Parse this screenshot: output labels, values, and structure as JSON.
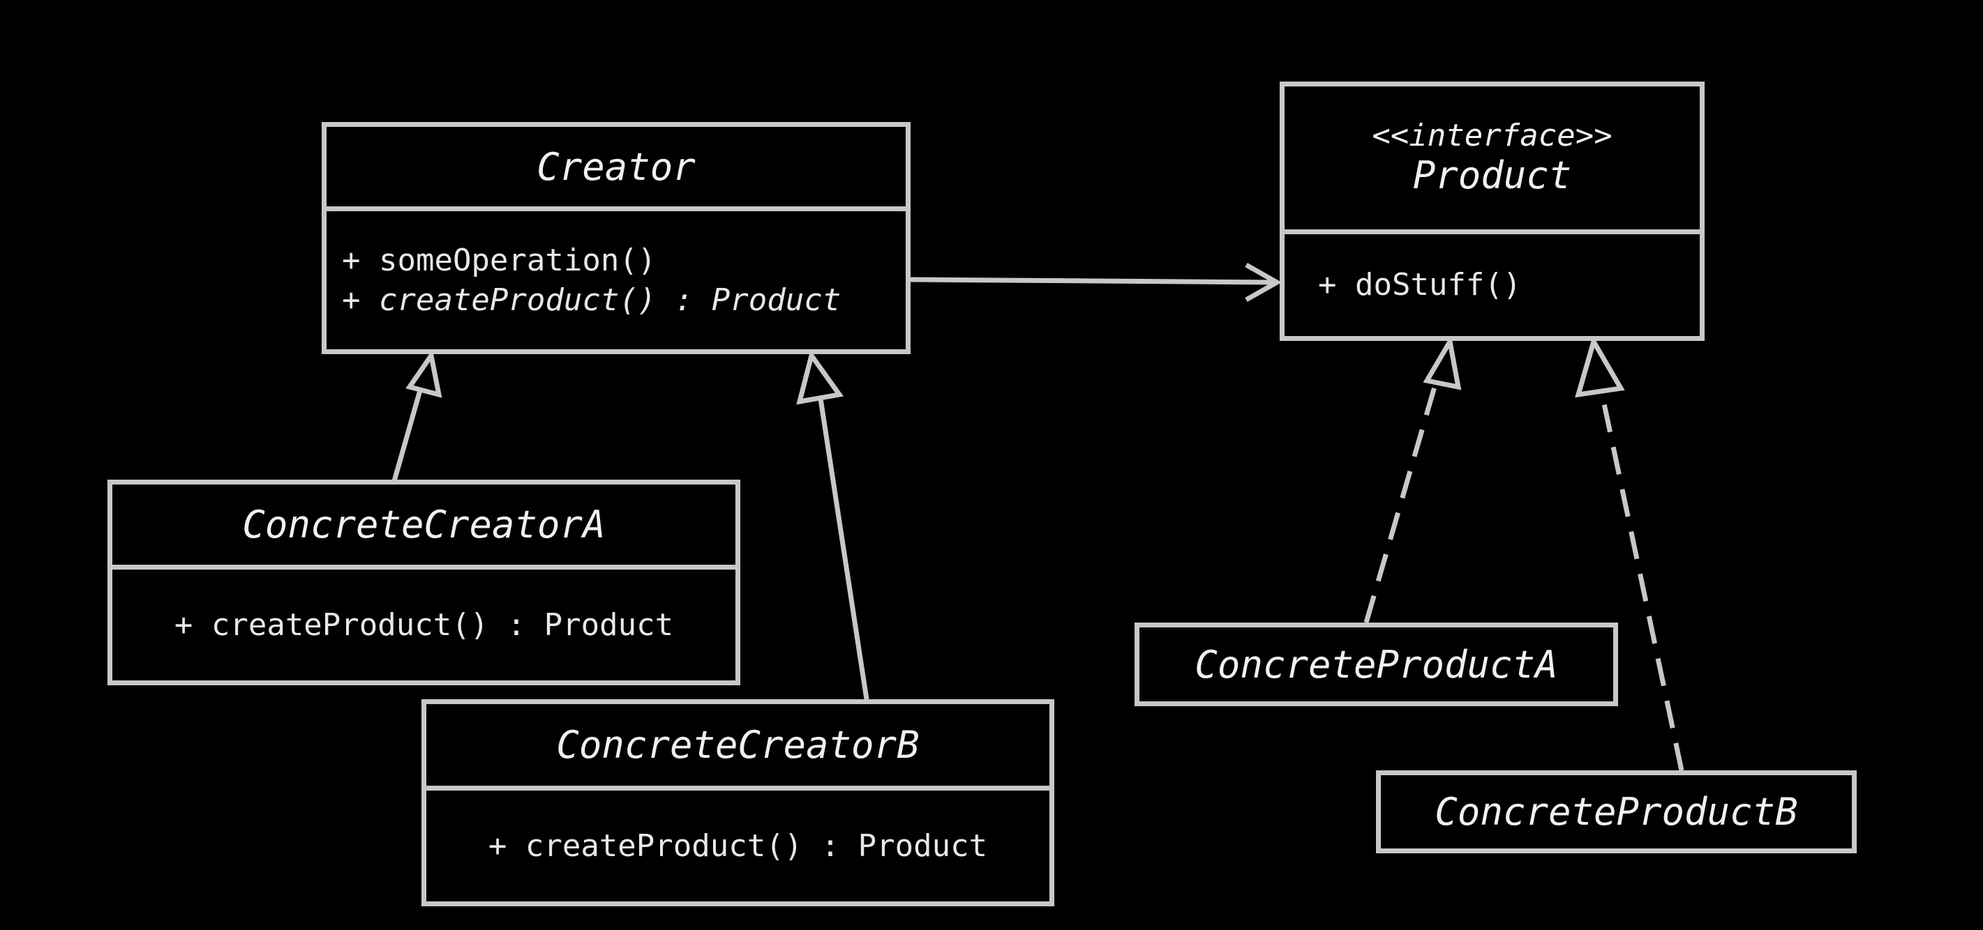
{
  "colors": {
    "background": "#000000",
    "line": "#c8c8c8",
    "text": "#f0f0f0"
  },
  "creator": {
    "name": "Creator",
    "methods": [
      "+ someOperation()",
      "+ createProduct() : Product"
    ]
  },
  "product": {
    "stereotype": "<<interface>>",
    "name": "Product",
    "methods": [
      "+ doStuff()"
    ]
  },
  "concrete_creator_a": {
    "name": "ConcreteCreatorA",
    "methods": [
      "+ createProduct() : Product"
    ]
  },
  "concrete_creator_b": {
    "name": "ConcreteCreatorB",
    "methods": [
      "+ createProduct() : Product"
    ]
  },
  "concrete_product_a": {
    "name": "ConcreteProductA"
  },
  "concrete_product_b": {
    "name": "ConcreteProductB"
  }
}
